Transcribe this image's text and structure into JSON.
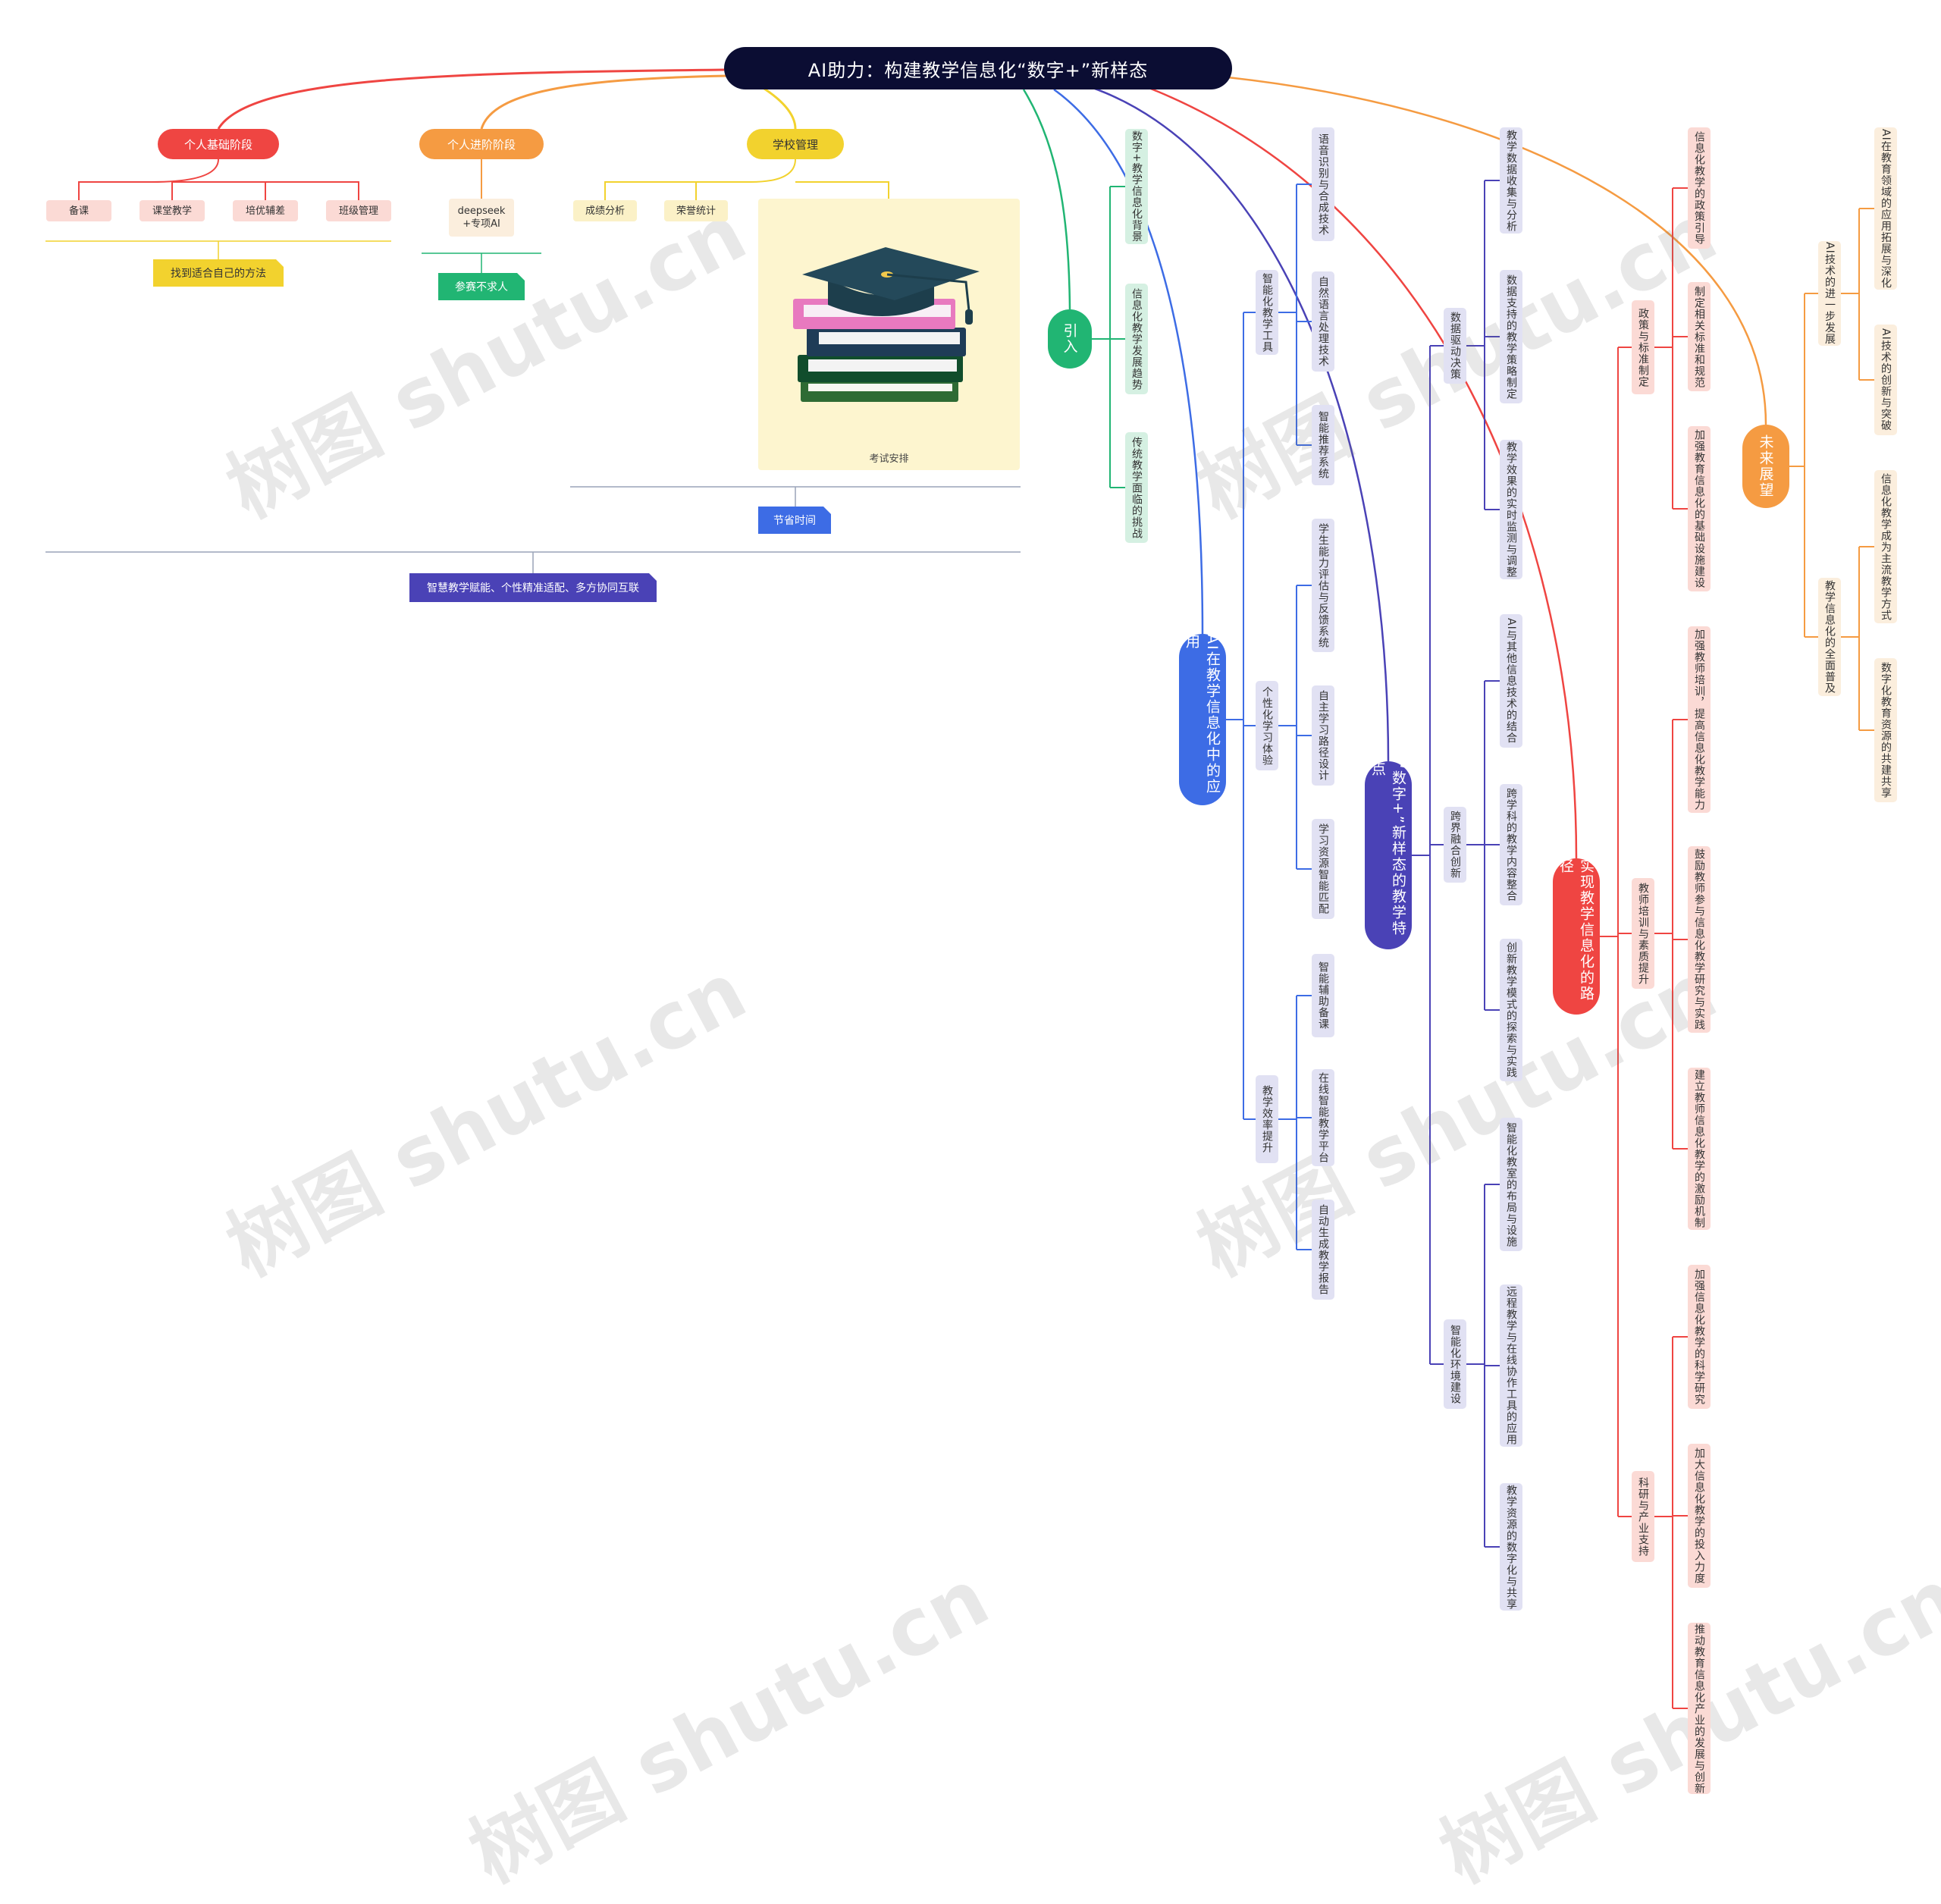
{
  "title": "AI助力：构建教学信息化“数字+”新样态",
  "watermark": "树图 shutu.cn",
  "colors": {
    "root": "#0b0d33",
    "red": "#ef4542",
    "orange": "#f59b42",
    "yellow": "#f2d22e",
    "green": "#21b573",
    "blue": "#3d6ce5",
    "indigo": "#4a42b6",
    "lavender": "#e1e1f3",
    "pink": "#fbdad5",
    "cream": "#fbeedd"
  },
  "left": {
    "stage1": {
      "label": "个人基础阶段",
      "items": [
        "备课",
        "课堂教学",
        "培优辅差",
        "班级管理"
      ],
      "summary": "找到适合自己的方法"
    },
    "stage2": {
      "label": "个人进阶阶段",
      "items": [
        "deepseek +专项AI"
      ],
      "summary": "参赛不求人"
    },
    "stage3": {
      "label": "学校管理",
      "items": [
        "成绩分析",
        "荣誉统计"
      ],
      "image_caption": "考试安排",
      "image_icon": "graduation-cap-books-icon",
      "summary": "节省时间"
    },
    "overall_summary": "智慧教学赋能、个性精准适配、多方协同互联"
  },
  "intro": {
    "label": "引入",
    "items": [
      "数字+教学信息化背景",
      "信息化教学发展趋势",
      "传统教学面临的挑战"
    ]
  },
  "app": {
    "label": "AI在教学信息化中的应用",
    "groups": [
      {
        "label": "智能化教学工具",
        "items": [
          "语音识别与合成技术",
          "自然语言处理技术",
          "智能推荐系统"
        ]
      },
      {
        "label": "个性化学习体验",
        "items": [
          "学生能力评估与反馈系统",
          "自主学习路径设计",
          "学习资源智能匹配"
        ]
      },
      {
        "label": "教学效率提升",
        "items": [
          "智能辅助备课",
          "在线智能教学平台",
          "自动生成教学报告"
        ]
      }
    ]
  },
  "features": {
    "label": "“数字+”新样态的教学特点",
    "groups": [
      {
        "label": "数据驱动决策",
        "items": [
          "教学数据收集与分析",
          "数据支持的教学策略制定",
          "教学效果的实时监测与调整"
        ]
      },
      {
        "label": "跨界融合创新",
        "items": [
          "AI与其他信息技术的结合",
          "跨学科的教学内容整合",
          "创新教学模式的探索与实践"
        ]
      },
      {
        "label": "智能化环境建设",
        "items": [
          "智能化教室的布局与设施",
          "远程教学与在线协作工具的应用",
          "教学资源的数字化与共享"
        ]
      }
    ]
  },
  "path": {
    "label": "实现教学信息化的路径",
    "groups": [
      {
        "label": "政策与标准制定",
        "items": [
          "信息化教学的政策引导",
          "制定相关标准和规范",
          "加强教育信息化的基础设施建设"
        ]
      },
      {
        "label": "教师培训与素质提升",
        "items": [
          "加强教师培训，提高信息化教学能力",
          "鼓励教师参与信息化教学研究与实践",
          "建立教师信息化教学的激励机制"
        ]
      },
      {
        "label": "科研与产业支持",
        "items": [
          "加强信息化教学的科学研究",
          "加大信息化教学的投入力度",
          "推动教育信息化产业的发展与创新"
        ]
      }
    ]
  },
  "future": {
    "label": "未来展望",
    "groups": [
      {
        "label": "AI技术的进一步发展",
        "items": [
          "AI在教育领域的应用拓展与深化",
          "AI技术的创新与突破"
        ]
      },
      {
        "label": "教学信息化的全面普及",
        "items": [
          "信息化教学成为主流教学方式",
          "数字化教育资源的共建共享"
        ]
      }
    ]
  }
}
